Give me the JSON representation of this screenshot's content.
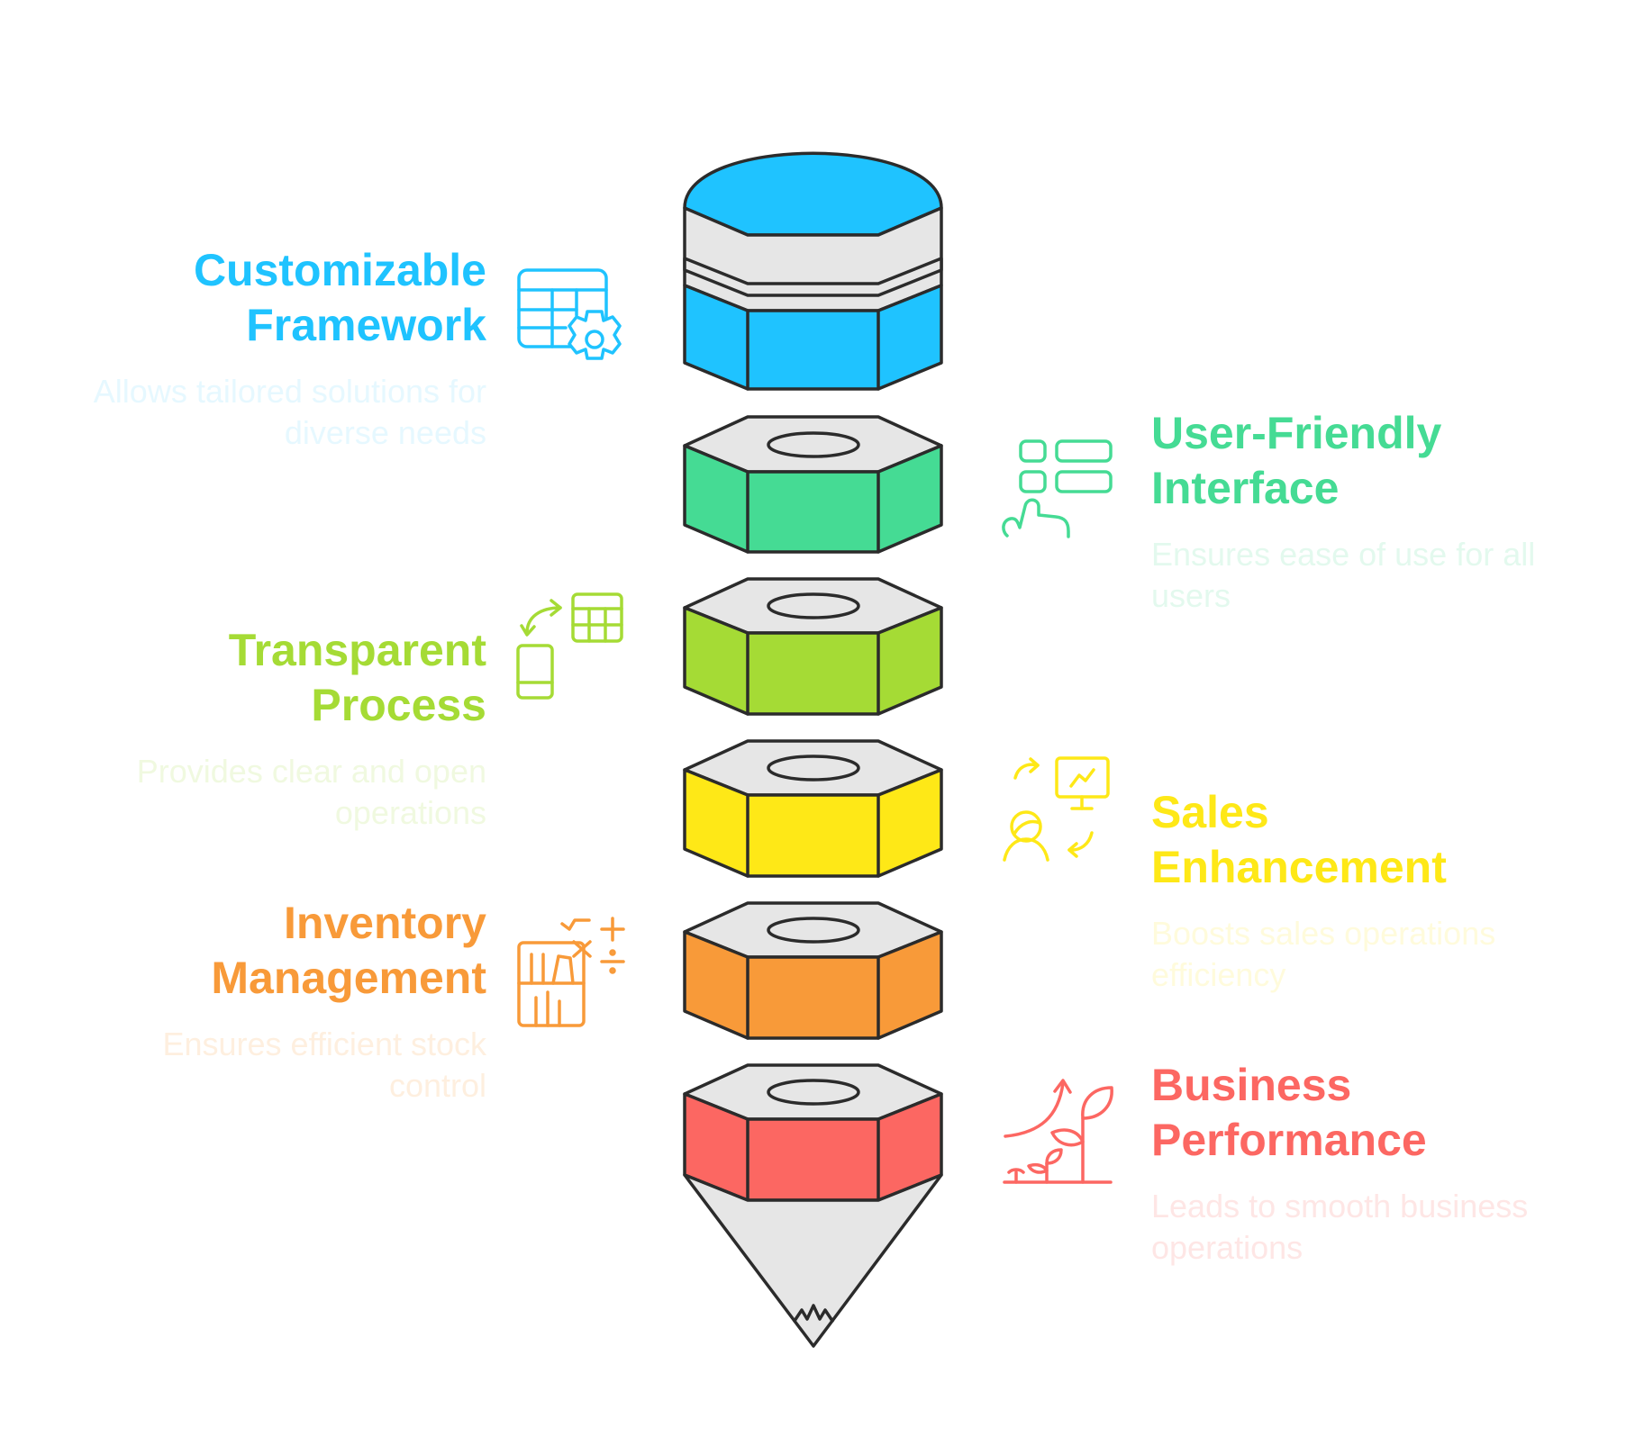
{
  "steps": [
    {
      "title": "Customizable Framework",
      "description": "Allows tailored solutions for diverse needs",
      "icon": "spreadsheet-gear-icon",
      "color": "#1FC3FF",
      "text_color": "#E6F8FF",
      "side": "left"
    },
    {
      "title": "User-Friendly Interface",
      "description": "Ensures ease of use for all users",
      "icon": "touch-interface-icon",
      "color": "#45DB94",
      "text_color": "#E3F9EE",
      "side": "right"
    },
    {
      "title": "Transparent Process",
      "description": "Provides clear and open operations",
      "icon": "device-sync-icon",
      "color": "#A5DB35",
      "text_color": "#F0F9E0",
      "side": "left"
    },
    {
      "title": "Sales Enhancement",
      "description": "Boosts sales operations efficiency",
      "icon": "sales-presentation-icon",
      "color": "#FEE817",
      "text_color": "#FFFBDC",
      "side": "right"
    },
    {
      "title": "Inventory Management",
      "description": "Ensures efficient stock control",
      "icon": "inventory-calculation-icon",
      "color": "#F89A39",
      "text_color": "#FEEFDF",
      "side": "left"
    },
    {
      "title": "Business Performance",
      "description": "Leads to smooth business operations",
      "icon": "growth-plant-icon",
      "color": "#FC6762",
      "text_color": "#FEE6E5",
      "side": "right"
    }
  ],
  "colors": {
    "outline": "#2B2B2B",
    "cap_gray": "#E6E6E6"
  }
}
